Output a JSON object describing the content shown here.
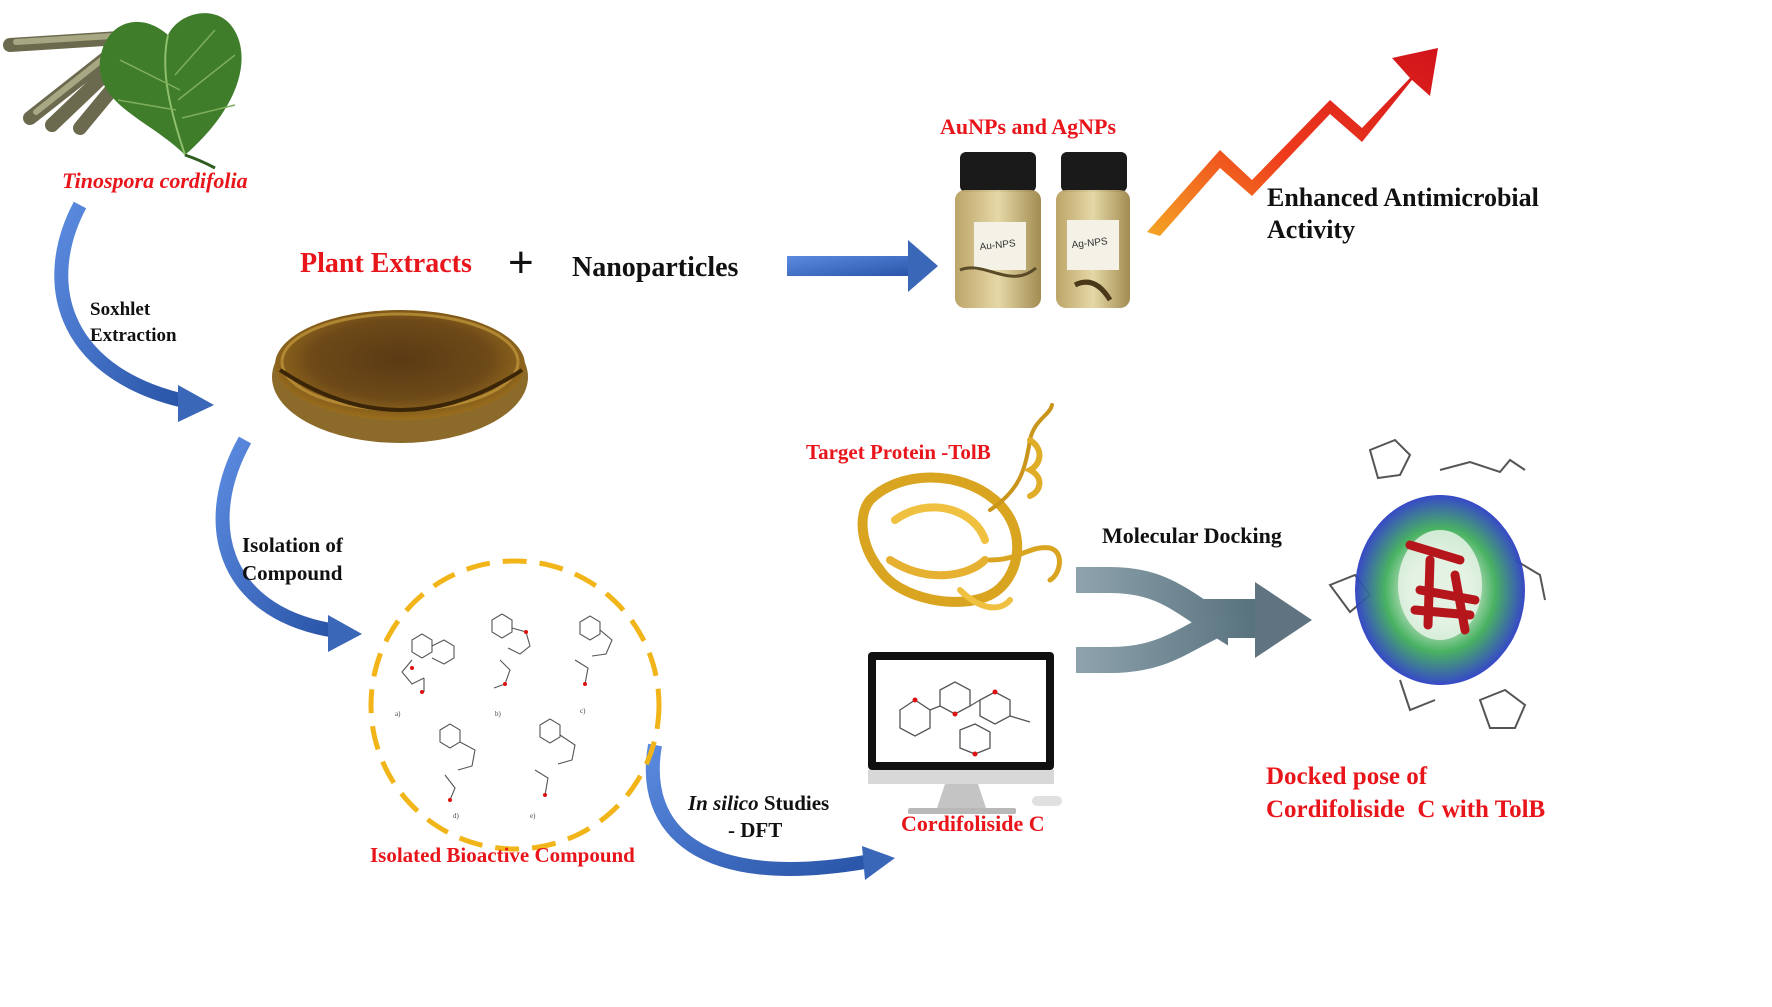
{
  "labels": {
    "plant_name": "Tinospora cordifolia",
    "soxhlet_line1": "Soxhlet",
    "soxhlet_line2": "Extraction",
    "plant_extracts": "Plant Extracts",
    "plus": "+",
    "nanoparticles": "Nanoparticles",
    "aunps_agnps": "AuNPs and AgNPs",
    "vial_left": "Au-NPS",
    "vial_right": "Ag-NPS",
    "enhanced_line1": "Enhanced Antimicrobial",
    "enhanced_line2": "Activity",
    "isolation_line1": "Isolation of",
    "isolation_line2": "Compound",
    "target_protein": "Target Protein -TolB",
    "molecular_docking": "Molecular Docking",
    "in_silico_italic": "In silico",
    "in_silico_rest": " Studies",
    "dft": "- DFT",
    "isolated_bioactive": "Isolated Bioactive Compound",
    "cordifoliside": "Cordifoliside C",
    "docked_line1": "Docked pose of",
    "docked_line2": "Cordifoliside  C with TolB",
    "structure_labels": [
      "a)",
      "b)",
      "c)",
      "d)",
      "e)"
    ]
  },
  "colors": {
    "accent_red": "#e8151b",
    "arrow_blue": "#3a67b8",
    "dashed_circle": "#f2b519",
    "docking_arrow": "#6f8590"
  }
}
